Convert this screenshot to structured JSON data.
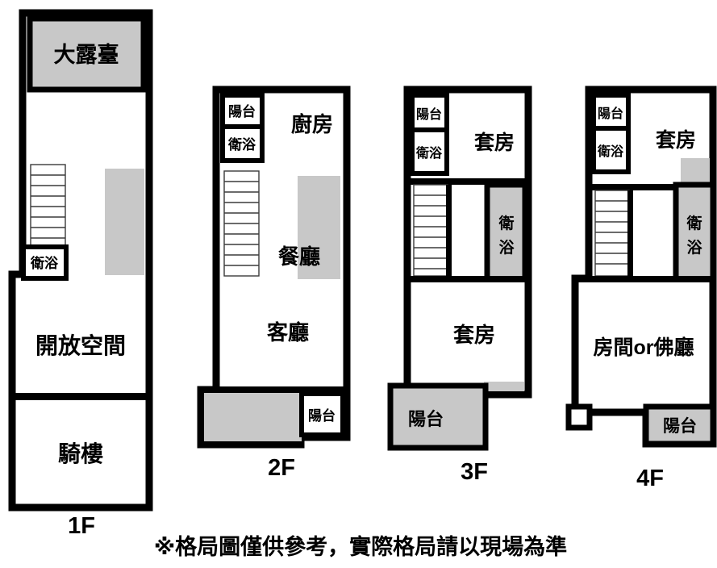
{
  "colors": {
    "wall": "#000000",
    "shade": "#c8c8c8",
    "background": "#ffffff"
  },
  "floors": [
    {
      "label": "1F",
      "rooms": {
        "terrace": "大露臺",
        "bath": "衛浴",
        "open_space": "開放空間",
        "arcade": "騎樓"
      }
    },
    {
      "label": "2F",
      "rooms": {
        "balcony_top": "陽台",
        "bath_top": "衛浴",
        "kitchen": "廚房",
        "dining": "餐廳",
        "living": "客廳",
        "balcony_bottom": "陽台"
      }
    },
    {
      "label": "3F",
      "rooms": {
        "balcony_top": "陽台",
        "bath_top": "衛浴",
        "suite_top": "套房",
        "bath_mid": [
          "衛",
          "浴"
        ],
        "suite_main": "套房",
        "balcony_bottom": "陽台"
      }
    },
    {
      "label": "4F",
      "rooms": {
        "balcony_top": "陽台",
        "bath_top": "衛浴",
        "suite_top": "套房",
        "bath_mid": [
          "衛",
          "浴"
        ],
        "room_main": "房間or佛廳",
        "balcony_bottom": "陽台"
      }
    }
  ],
  "footnote": "※格局圖僅供參考，實際格局請以現場為準"
}
